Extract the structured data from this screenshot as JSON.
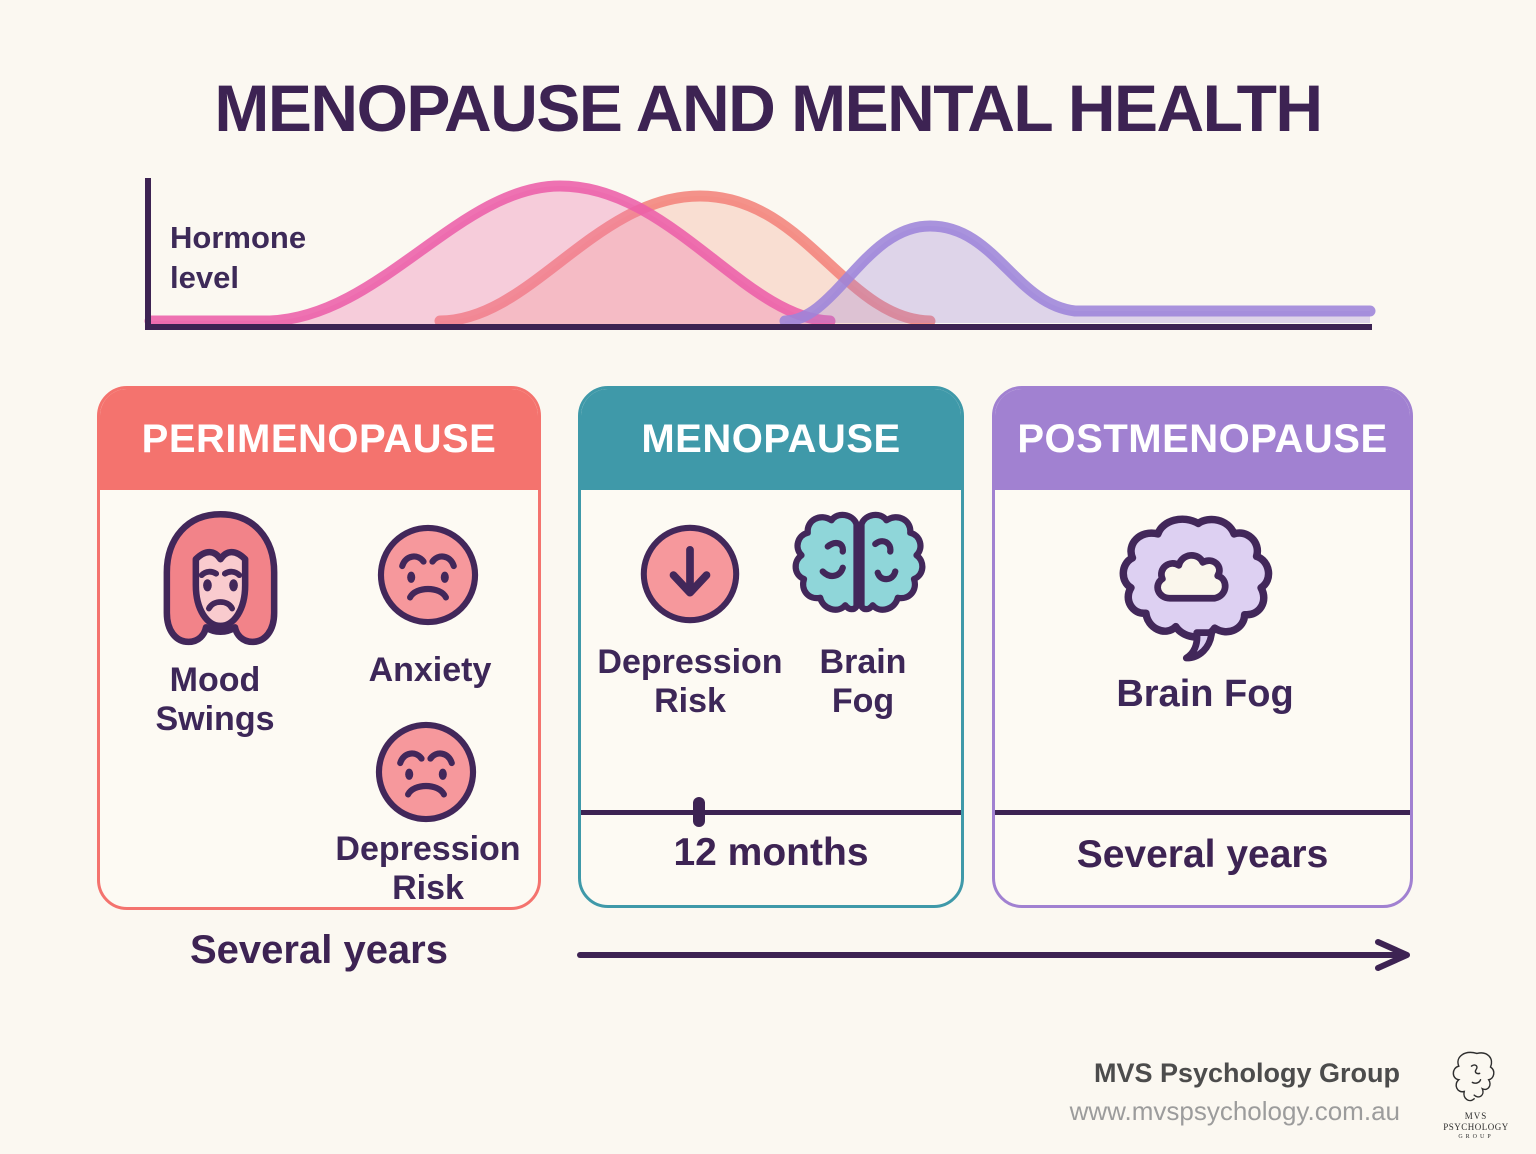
{
  "title": "MENOPAUSE AND MENTAL HEALTH",
  "colors": {
    "background": "#fbf8f1",
    "text_dark": "#3d2353",
    "perimenopause_accent": "#f4736e",
    "menopause_accent": "#3f99a9",
    "postmenopause_accent": "#a181d1",
    "curve_pink": "#ec5fa8",
    "curve_coral": "#f2837b",
    "curve_purple": "#9d84d9",
    "icon_fill_salmon": "#f6989c",
    "icon_fill_teal": "#8fd6d9",
    "icon_fill_lavender": "#ddd0f2",
    "icon_stroke": "#42275a"
  },
  "chart": {
    "ylabel_text": "Hormone\nlevel"
  },
  "chart_data": {
    "type": "area",
    "title": "",
    "ylabel": "Hormone level",
    "xlabel": "",
    "axis_tick_labels": false,
    "series": [
      {
        "name": "pink curve",
        "color": "#ec5fa8",
        "peak_x_fraction": 0.34,
        "peak_height_fraction": 1.0
      },
      {
        "name": "coral curve",
        "color": "#f2837b",
        "peak_x_fraction": 0.45,
        "peak_height_fraction": 0.93
      },
      {
        "name": "purple curve",
        "color": "#9d84d9",
        "peak_x_fraction": 0.64,
        "peak_height_fraction": 0.7,
        "tail_height_fraction": 0.1
      }
    ]
  },
  "cards": [
    {
      "title": "PERIMENOPAUSE",
      "items": [
        {
          "icon": "woman-sad-face-icon",
          "label": "Mood Swings"
        },
        {
          "icon": "worried-face-icon",
          "label": "Anxiety"
        },
        {
          "icon": "worried-face-icon",
          "label": "Depression Risk"
        }
      ],
      "duration": "Several years"
    },
    {
      "title": "MENOPAUSE",
      "items": [
        {
          "icon": "decrease-circle-icon",
          "label": "Depression Risk"
        },
        {
          "icon": "brain-icon",
          "label": "Brain Fog"
        }
      ],
      "duration": "12 months"
    },
    {
      "title": "POSTMENOPAUSE",
      "items": [
        {
          "icon": "brain-fog-cloud-icon",
          "label": "Brain Fog"
        }
      ],
      "duration": "Several years"
    }
  ],
  "footer": {
    "company": "MVS Psychology Group",
    "website": "www.mvspsychology.com.au",
    "logo": {
      "line1": "MVS",
      "line2": "PSYCHOLOGY",
      "line3": "GROUP"
    }
  }
}
